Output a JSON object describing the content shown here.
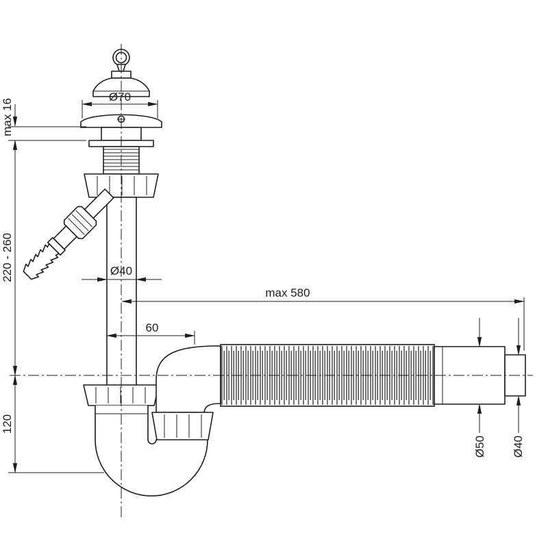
{
  "colors": {
    "line": "#1d1d1d",
    "background": "#ffffff"
  },
  "dimensions": {
    "plug_diameter": "Ø70",
    "flange_max_height": "max 16",
    "inlet_height_range": "220 - 260",
    "pipe_diameter": "Ø40",
    "hose_max_length": "max 580",
    "elbow_offset": "60",
    "trap_depth": "120",
    "outlet_diameter_large": "Ø50",
    "outlet_diameter_small": "Ø40"
  }
}
